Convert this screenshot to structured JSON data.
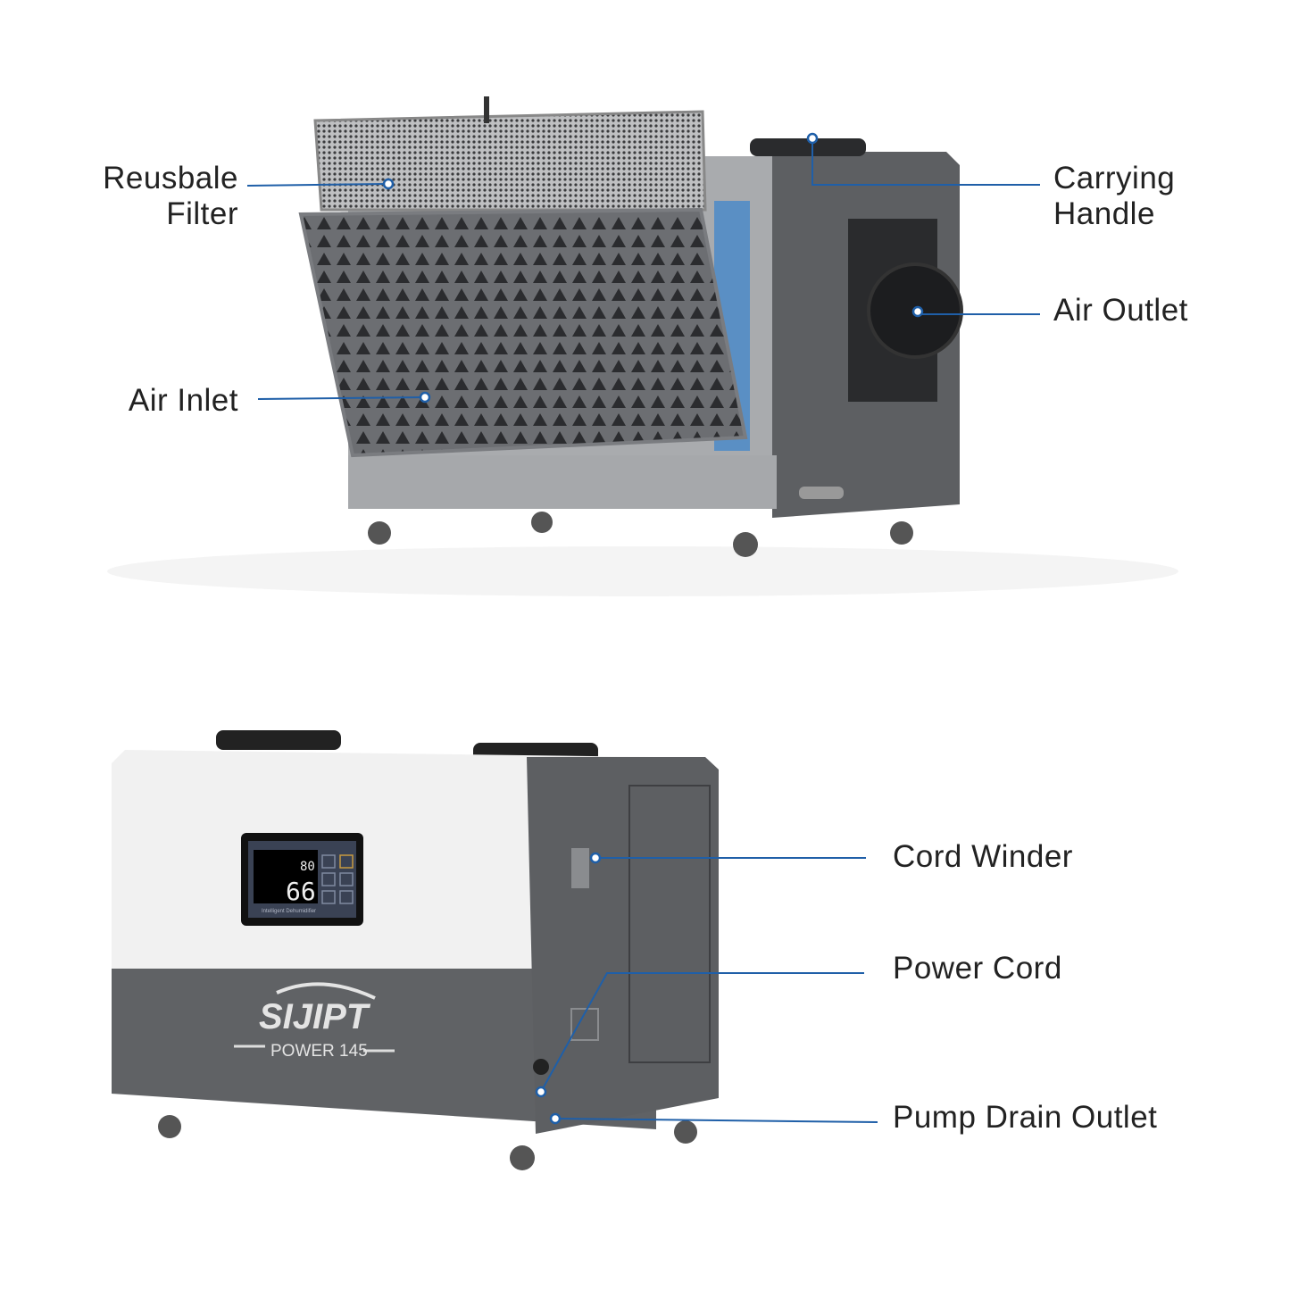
{
  "callouts": {
    "reusable_filter": [
      "Reusbale",
      "Filter"
    ],
    "carrying_handle": [
      "Carrying",
      "Handle"
    ],
    "air_outlet": "Air Outlet",
    "air_inlet": "Air Inlet",
    "cord_winder": "Cord Winder",
    "power_cord": "Power Cord",
    "pump_drain_outlet": "Pump Drain Outlet"
  },
  "product": {
    "brand": "SIJIPT",
    "model": "POWER 145",
    "panel_caption": "Intelligent Dehumidifier",
    "display_top": "80",
    "display_main": "66"
  },
  "colors": {
    "leader": "#1f5fa8",
    "body_dark": "#5d5f62",
    "body_light": "#f1f1f1",
    "text": "#222222"
  }
}
